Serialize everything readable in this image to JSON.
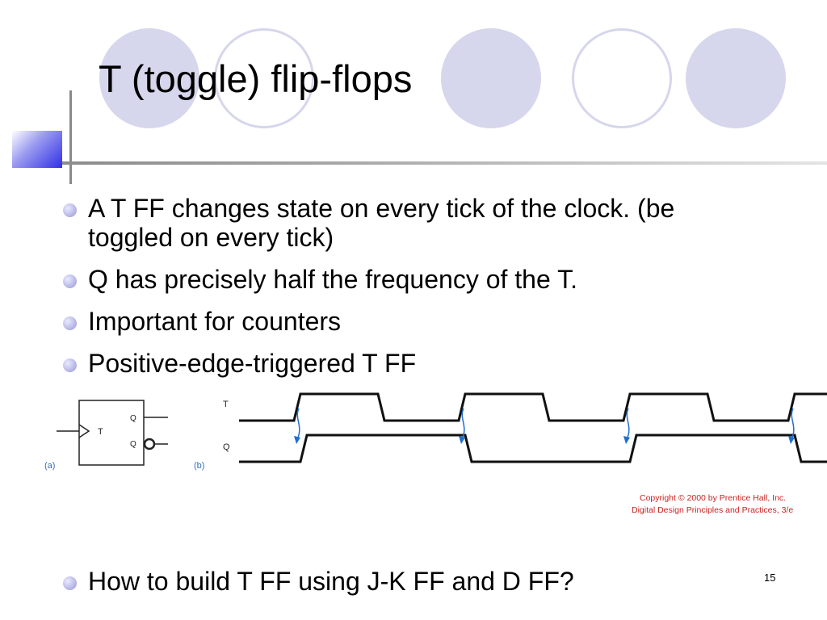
{
  "slide": {
    "title": "T (toggle) flip-flops",
    "bullets": [
      "A T FF changes state on every tick of the clock. (be toggled on every tick)",
      "Q has precisely half the frequency of the T.",
      "Important for counters",
      "Positive-edge-triggered T FF"
    ],
    "last_bullet": "How to build T FF using J-K FF and D FF?",
    "page_number": "15"
  },
  "figure": {
    "label_a": "(a)",
    "label_b": "(b)",
    "symbol": {
      "input": "T",
      "output_q": "Q",
      "output_qn": "Q"
    },
    "timing": {
      "signal_t": "T",
      "signal_q": "Q"
    },
    "copyright": [
      "Copyright © 2000 by Prentice Hall, Inc.",
      "Digital Design Principles and Practices, 3/e"
    ]
  },
  "colors": {
    "circle_fill": "#d6d6ec",
    "bullet": "#b8b8e6",
    "copyright_text": "#cc2222",
    "arrow": "#1f6fcf"
  }
}
